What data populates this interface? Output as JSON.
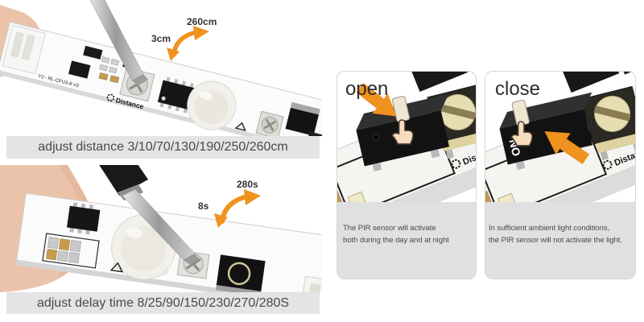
{
  "colors": {
    "accent_orange": "#F0921E",
    "caption_bg": "#E4E4E4",
    "card_caption_bg": "#E0E0E0",
    "text_dark": "#4A4A4A"
  },
  "distance_panel": {
    "caption": "adjust distance 3/10/70/130/190/250/260cm",
    "min_label": "3cm",
    "max_label": "260cm"
  },
  "delay_panel": {
    "caption": "adjust delay time 8/25/90/150/230/270/280S",
    "min_label": "8s",
    "max_label": "280s"
  },
  "open_card": {
    "title": "open",
    "description_line1": "The PIR sensor will activate",
    "description_line2": "both during the day and at night"
  },
  "close_card": {
    "title": "close",
    "description_line1": "In sufficient ambient light conditions,",
    "description_line2": "the PIR sensor will not activate the light.",
    "switch_label": "ON"
  },
  "pcb": {
    "model_text": "V1~ RL-CFU3-8 V2",
    "distance_print": "Distance"
  }
}
